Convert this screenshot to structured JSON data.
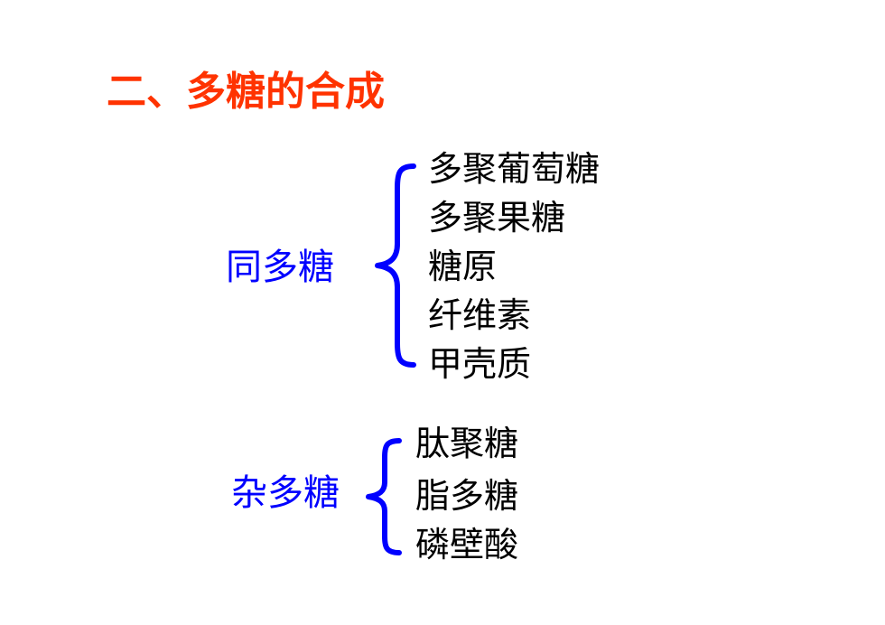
{
  "title": "二、多糖的合成",
  "colors": {
    "title": "#ff3300",
    "label": "#0000ff",
    "brace": "#0000ff",
    "item": "#000000",
    "background": "#ffffff"
  },
  "groups": [
    {
      "label": "同多糖",
      "items": [
        "多聚葡萄糖",
        "多聚果糖",
        "糖原",
        "纤维素",
        "甲壳质"
      ]
    },
    {
      "label": "杂多糖",
      "items": [
        "肽聚糖",
        "脂多糖",
        "磷壁酸"
      ]
    }
  ]
}
